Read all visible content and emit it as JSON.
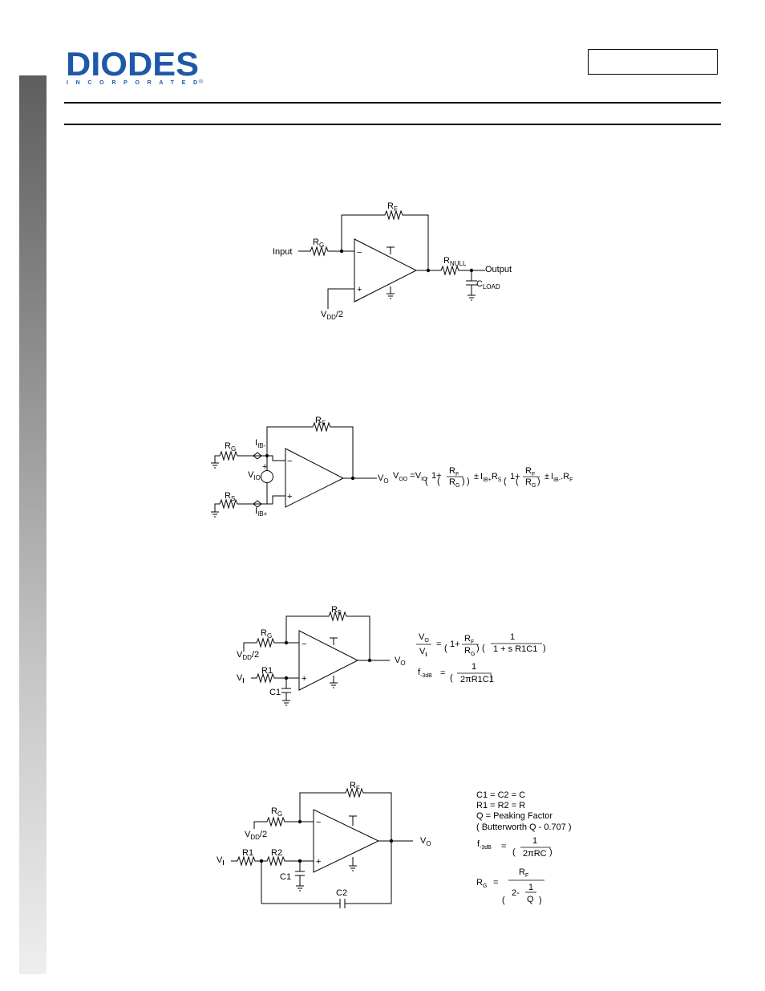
{
  "header": {
    "logo": {
      "wordmark": "DIODES",
      "tagline": "INCORPORATED",
      "mark": "®",
      "color": "#1f58a8"
    },
    "part_number": ""
  },
  "fig1": {
    "rf": "R",
    "rf_sub": "F",
    "rg": "R",
    "rg_sub": "G",
    "input": "Input",
    "minus": "−",
    "plus": "+",
    "rnull": "R",
    "rnull_sub": "NULL",
    "output": "Output",
    "cload": "C",
    "cload_sub": "LOAD",
    "vdd": "V",
    "vdd_sub": "DD",
    "vdd_rest": "/2"
  },
  "fig2": {
    "rf": "R",
    "rf_sub": "F",
    "rg": "R",
    "rg_sub": "G",
    "rs": "R",
    "rs_sub": "S",
    "ibm": "I",
    "ibm_sub": "IB-",
    "ibp": "I",
    "ibp_sub": "IB+",
    "vio": "V",
    "vio_sub": "IO",
    "plus": "+",
    "minus": "−",
    "vo": "V",
    "vo_sub": "O",
    "eq": {
      "voo": "V",
      "voo_sub": "OO",
      "equals": " =",
      "vio": "V",
      "vio_sub": "IO",
      "one_plus": "1+",
      "r": "R",
      "f": "F",
      "g": "G",
      "s": "S",
      "pm": "±",
      "i": "I",
      "ibp_sub": "IB+",
      "ibm_sub": "IB-",
      "dot": "."
    }
  },
  "fig3": {
    "rf": "R",
    "rf_sub": "F",
    "rg": "R",
    "rg_sub": "G",
    "vdd": "V",
    "vdd_sub": "DD",
    "vdd_rest": "/2",
    "r1": "R1",
    "vi": "V",
    "vi_sub": "I",
    "c1": "C1",
    "minus": "−",
    "plus": "+",
    "vo": "V",
    "vo_sub": "O",
    "eq": {
      "v": "V",
      "o_sub": "O",
      "i_sub": "I",
      "equals": "=",
      "one_plus": "1+",
      "r": "R",
      "f": "F",
      "g": "G",
      "one": "1",
      "denom": "1 + s R1C1",
      "f3db": "f",
      "f3db_sub": "-3dB",
      "denom2": "2πR1C1"
    }
  },
  "fig4": {
    "rf": "R",
    "rf_sub": "F",
    "rg": "R",
    "rg_sub": "G",
    "vdd": "V",
    "vdd_sub": "DD",
    "vdd_rest": "/2",
    "vi": "V",
    "vi_sub": "I",
    "r1": "R1",
    "r2": "R2",
    "c1": "C1",
    "c2": "C2",
    "minus": "−",
    "plus": "+",
    "vo": "V",
    "vo_sub": "O",
    "notes": [
      "C1 = C2 = C",
      "R1 = R2 = R",
      "Q = Peaking Factor",
      "( Butterworth Q - 0.707 )"
    ],
    "eq": {
      "f3db": "f",
      "f3db_sub": "-3dB",
      "equals": "=",
      "one": "1",
      "denom": "2πRC",
      "rg": "R",
      "g": "G",
      "rf": "R",
      "f": "F",
      "two_minus": "2-",
      "q": "Q"
    }
  }
}
